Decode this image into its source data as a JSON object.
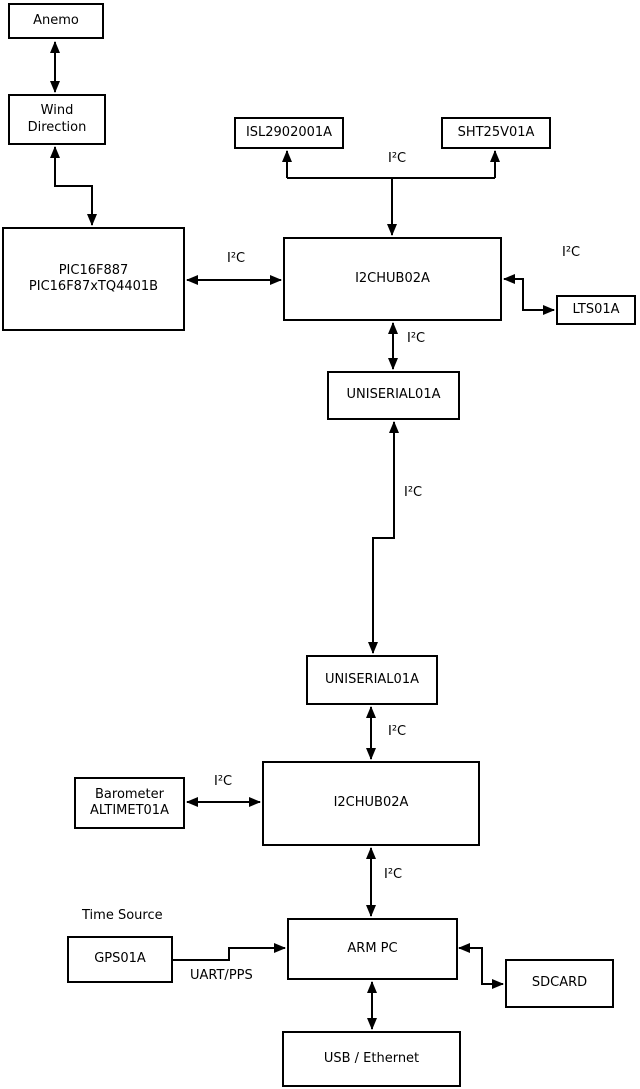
{
  "diagram": {
    "type": "hardware-block-diagram",
    "colors": {
      "background": "#ffffff",
      "line": "#000000",
      "box_fill": "#ffffff",
      "box_border": "#000000",
      "text": "#000000"
    }
  },
  "nodes": {
    "anemo": {
      "label": "Anemo"
    },
    "wind_direction": {
      "line1": "Wind",
      "line2": "Direction"
    },
    "pic": {
      "line1": "PIC16F887",
      "line2": "PIC16F87xTQ4401B"
    },
    "isl": {
      "label": "ISL2902001A"
    },
    "sht": {
      "label": "SHT25V01A"
    },
    "hub1": {
      "label": "I2CHUB02A"
    },
    "lts": {
      "label": "LTS01A"
    },
    "uniserial1": {
      "label": "UNISERIAL01A"
    },
    "uniserial2": {
      "label": "UNISERIAL01A"
    },
    "hub2": {
      "label": "I2CHUB02A"
    },
    "barometer": {
      "line1": "Barometer",
      "line2": "ALTIMET01A"
    },
    "arm_pc": {
      "label": "ARM PC"
    },
    "gps": {
      "label": "GPS01A"
    },
    "sdcard": {
      "label": "SDCARD"
    },
    "usb": {
      "label": "USB / Ethernet"
    }
  },
  "edge_labels": {
    "i2c_pic_hub1": "I²C",
    "i2c_sensors": "I²C",
    "i2c_lts": "I²C",
    "i2c_hub1_serial": "I²C",
    "i2c_serial_link": "I²C",
    "i2c_serial_hub2": "I²C",
    "i2c_baro_hub2": "I²C",
    "i2c_hub2_arm": "I²C",
    "time_source": "Time Source",
    "uart_pps": "UART/PPS"
  }
}
